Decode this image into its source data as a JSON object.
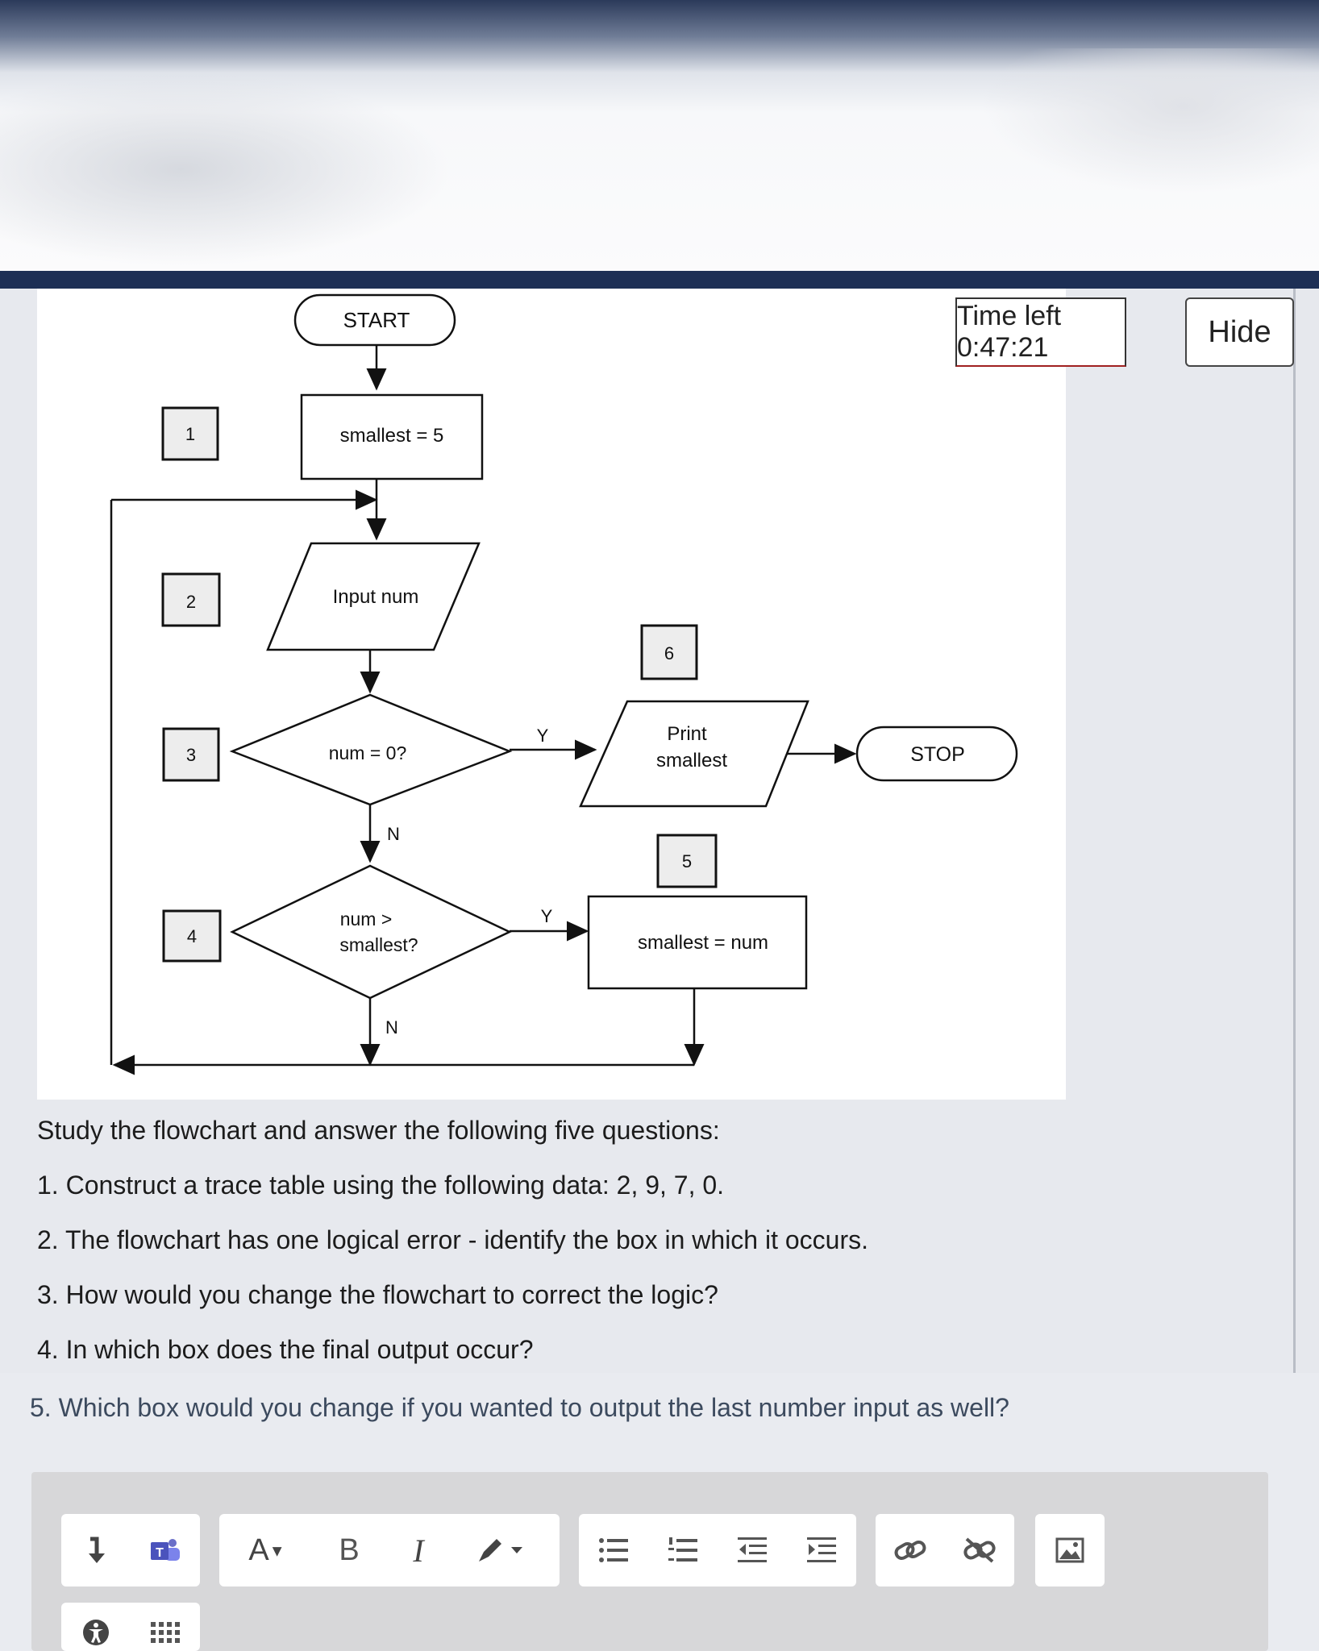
{
  "timer": {
    "text": "Time left 0:47:21",
    "hide_label": "Hide"
  },
  "flowchart": {
    "start": "START",
    "box1": "smallest = 5",
    "box2": "Input num",
    "box3": "num = 0?",
    "box4_line1": "num >",
    "box4_line2": "smallest?",
    "box5": "smallest = num",
    "box6_line1": "Print",
    "box6_line2": "smallest",
    "stop": "STOP",
    "yes": "Y",
    "no": "N",
    "labels": [
      "1",
      "2",
      "3",
      "4",
      "5",
      "6"
    ]
  },
  "questions": {
    "intro": "Study the flowchart and answer the following five questions:",
    "q1": "1. Construct a trace table using the following data: 2, 9, 7, 0.",
    "q2": "2. The flowchart has one logical error - identify the box in which it occurs.",
    "q3": "3. How would you change the flowchart to correct the logic?",
    "q4": "4. In which box does the final output occur?",
    "q5": "5. Which box would you change if you wanted to output the last number input as well?"
  },
  "toolbar": {
    "icons": [
      "expand-icon",
      "teams-icon",
      "font-color-icon",
      "bold-icon",
      "italic-icon",
      "highlight-icon",
      "bullet-list-icon",
      "numbered-list-icon",
      "outdent-icon",
      "indent-icon",
      "link-icon",
      "unlink-icon",
      "image-icon",
      "accessibility-icon",
      "more-icon"
    ],
    "font_glyph": "A",
    "bold_glyph": "B",
    "italic_glyph": "I"
  },
  "colors": {
    "nav": "#1d2f55",
    "panel": "#ffffff",
    "timer_border_accent": "#a02020",
    "question5_text": "#3c4a5e"
  }
}
